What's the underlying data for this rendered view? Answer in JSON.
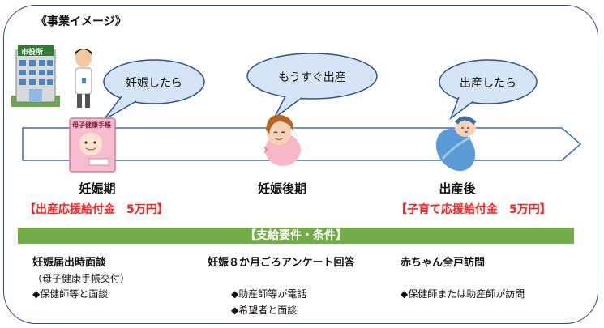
{
  "heading": "《事業イメージ》",
  "bubbles": {
    "pregnant": "妊娠したら",
    "soon": "もうすぐ出産",
    "born": "出産したら"
  },
  "city_hall_sign": "市役所",
  "handbook_title": "母子健康手帳",
  "stages": {
    "early": "妊娠期",
    "late": "妊娠後期",
    "after": "出産後"
  },
  "benefits": {
    "early": "【出産応援給付金　5万円】",
    "after": "【子育て応援給付金　5万円】"
  },
  "requirements_bar": "【支給要件・条件】",
  "details": {
    "col1": {
      "title": "妊娠届出時面談",
      "sub": "（母子健康手帳交付）",
      "item": "◆保健師等と面談"
    },
    "col2": {
      "title": "妊娠８か月ごろアンケート回答",
      "item1": "◆助産師等が電話",
      "item2": "◆希望者と面談"
    },
    "col3": {
      "title": "赤ちゃん全戸訪問",
      "item": "◆保健師または助産師が訪問"
    }
  },
  "colors": {
    "frame": "#2f4f7f",
    "arrow_stroke": "#3b6fb6",
    "bubble_fill": "#d6e5f5",
    "bubble_stroke": "#2f5597",
    "green_bar": "#70ad47",
    "red_text": "#ff1f1f"
  }
}
